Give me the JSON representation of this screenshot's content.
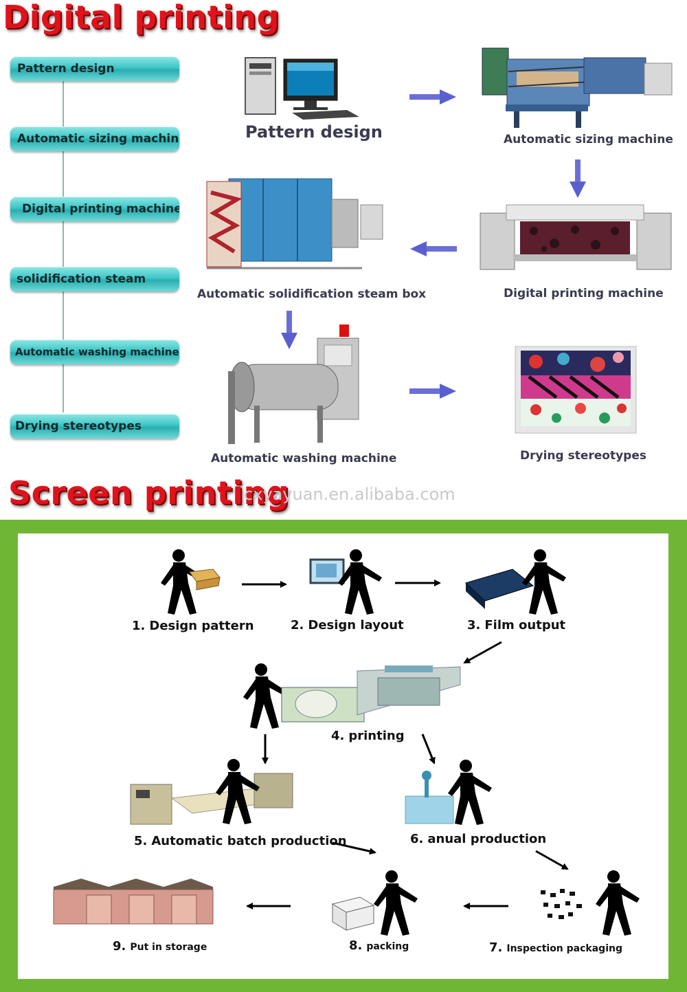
{
  "digital": {
    "title": "Digital printing",
    "steps": [
      "Pattern design",
      "Automatic sizing machine",
      "Digital printing machine",
      "solidification steam",
      "Automatic washing machine",
      "Drying stereotypes"
    ],
    "flow_labels": {
      "pattern_design": "Pattern design",
      "sizing": "Automatic sizing machine",
      "digital_printing": "Digital printing machine",
      "steam_box": "Automatic solidification steam box",
      "washing": "Automatic washing machine",
      "drying": "Drying stereotypes"
    }
  },
  "screen": {
    "title": "Screen printing",
    "watermark": "cxyayuan.en.alibaba.com",
    "steps": [
      {
        "num": "1.",
        "label": "Design pattern"
      },
      {
        "num": "2.",
        "label": "Design layout"
      },
      {
        "num": "3.",
        "label": "Film output"
      },
      {
        "num": "4.",
        "label": "printing"
      },
      {
        "num": "5.",
        "label": "Automatic batch production"
      },
      {
        "num": "6.",
        "label": "anual production"
      },
      {
        "num": "7.",
        "label": "Inspection  packaging"
      },
      {
        "num": "8.",
        "label": "packing"
      },
      {
        "num": "9.",
        "label": "Put in storage"
      }
    ]
  },
  "colors": {
    "title_red": "#e0121b",
    "pill_teal": "#3ec7c7",
    "arrow_blue": "#6a6fd6",
    "frame_green": "#6fb634",
    "caption_gray": "#3a3a50"
  },
  "icons": [
    "computer-icon",
    "sizing-machine-icon",
    "digital-printer-icon",
    "steam-box-icon",
    "washing-machine-icon",
    "fabric-stack-icon",
    "person-carrying-icon",
    "warehouse-icon",
    "box-icon"
  ]
}
